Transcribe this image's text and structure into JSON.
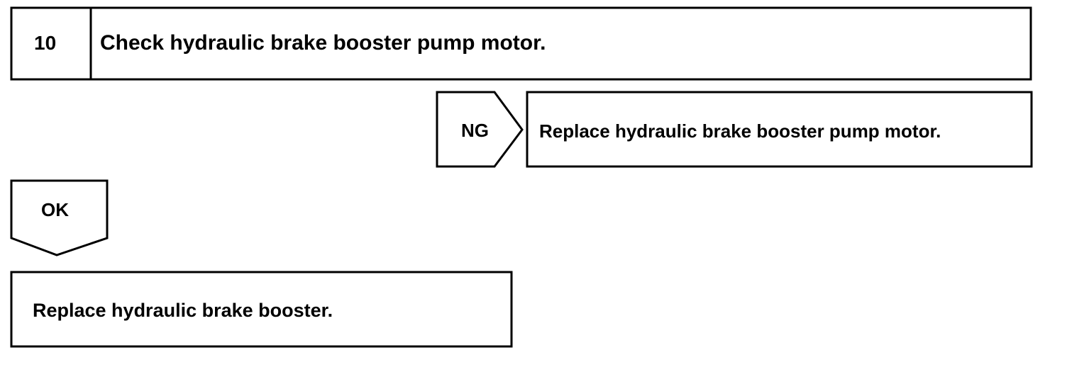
{
  "step": {
    "number": "10",
    "title": "Check hydraulic brake booster pump motor."
  },
  "ng_branch": {
    "label": "NG",
    "action": "Replace hydraulic brake booster pump motor."
  },
  "ok_branch": {
    "label": "OK",
    "action": "Replace hydraulic brake booster."
  },
  "colors": {
    "line": "#000000",
    "background": "#ffffff"
  }
}
